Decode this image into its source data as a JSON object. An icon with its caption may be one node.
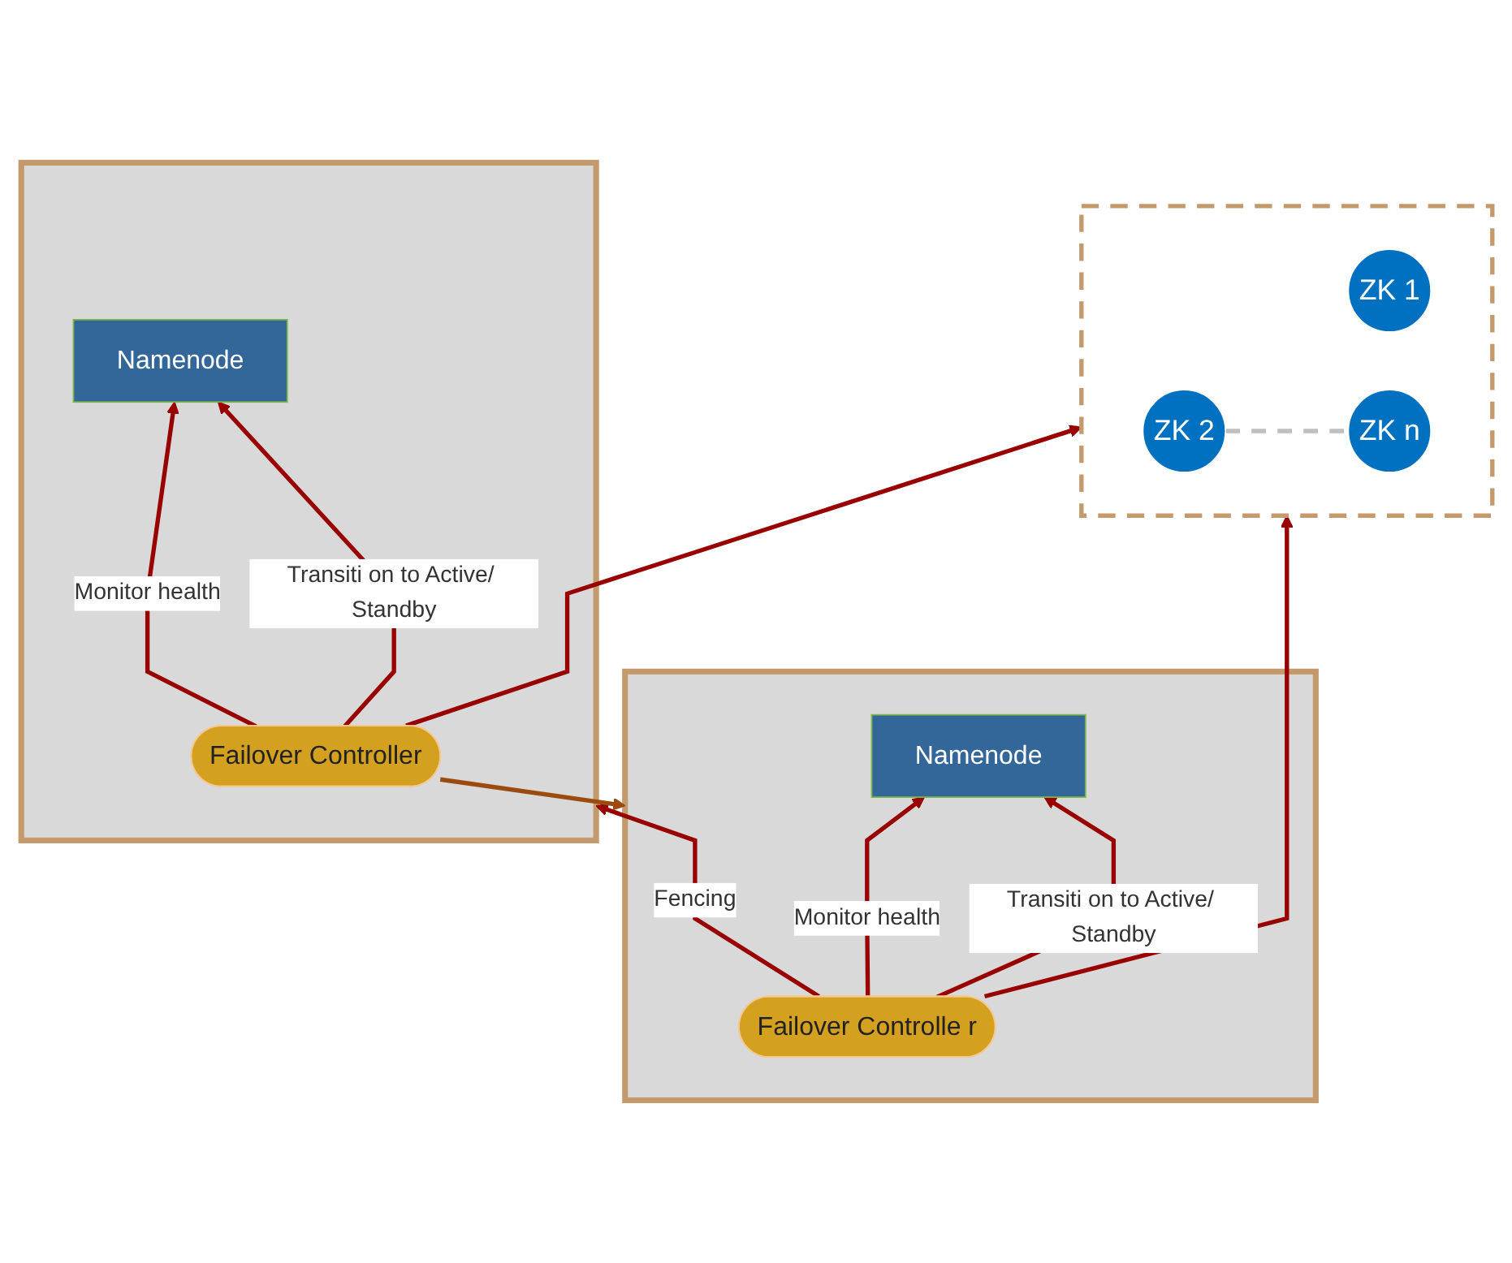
{
  "diagram": {
    "nodes": [
      {
        "text": [],
        "shape": "box"
      },
      {
        "text": [
          "ZK 1"
        ],
        "in": 0
      },
      {
        "text": [
          "ZK 2"
        ],
        "in": 0
      },
      {
        "text": [
          "ZK n"
        ],
        "in": 0
      },
      {
        "text": [],
        "shape": "box"
      },
      {
        "text": [
          "Failover Controlle r"
        ],
        "in": 4
      },
      {
        "text": [
          "Namenode"
        ],
        "in": 4
      },
      {
        "text": [],
        "shape": "box"
      },
      {
        "text": [
          "Failover Controller"
        ],
        "in": 7
      },
      {
        "text": [
          "Namenode"
        ],
        "in": 7
      }
    ],
    "edges": [
      {
        "from": 2,
        "to": 3,
        "arrow": "none",
        "style": "dashed",
        "color": "#bfbfbf"
      },
      {
        "from": 5,
        "to": 0,
        "arrow": "to"
      },
      {
        "from": 8,
        "to": 0,
        "arrow": "to"
      },
      {
        "from": 5,
        "to": 6,
        "arrow": "to",
        "label": "Monitor health"
      },
      {
        "from": 5,
        "to": 6,
        "arrow": "to",
        "label": "Transiti on to Active/ Standby"
      },
      {
        "from": 8,
        "to": 9,
        "arrow": "to",
        "label": "Monitor health"
      },
      {
        "from": 8,
        "to": 9,
        "arrow": "to",
        "label": "Transiti on to Active/ Standby"
      },
      {
        "from": 5,
        "to": 7,
        "arrow": "to",
        "label": "Fencing"
      },
      {
        "from": 8,
        "to": 4,
        "arrow": "to",
        "color": "#9c4a0f"
      }
    ]
  }
}
